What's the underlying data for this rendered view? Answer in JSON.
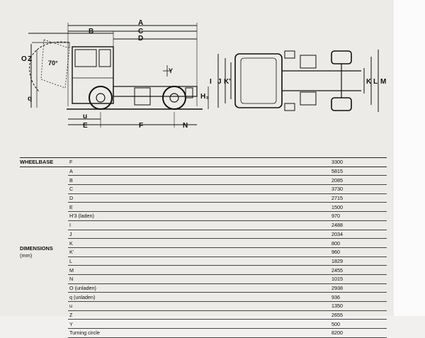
{
  "diagram": {
    "side_labels": {
      "A": "A",
      "B": "B",
      "C": "C",
      "D": "D",
      "O": "O",
      "Z": "Z",
      "angle": "70°",
      "Q": "q",
      "Y": "Y",
      "H3": "H₃",
      "U": "u",
      "E": "E",
      "F": "F",
      "N": "N"
    },
    "top_labels": {
      "I": "I",
      "J": "J",
      "K1": "K'",
      "K": "K",
      "L": "L",
      "M": "M"
    }
  },
  "specs": {
    "wheelbase": {
      "group": "WHEELBASE",
      "label": "F",
      "value": "3300"
    },
    "dimensions_group": "DIMENSIONS",
    "dimensions_unit": "(mm)",
    "rows": [
      {
        "label": "A",
        "value": "5815"
      },
      {
        "label": "B",
        "value": "2085"
      },
      {
        "label": "C",
        "value": "3730"
      },
      {
        "label": "D",
        "value": "2715"
      },
      {
        "label": "E",
        "value": "1500"
      },
      {
        "label": "H'3 (laden)",
        "value": "970"
      },
      {
        "label": "I",
        "value": "2488"
      },
      {
        "label": "J",
        "value": "2034"
      },
      {
        "label": "K",
        "value": "800"
      },
      {
        "label": "K'",
        "value": "960"
      },
      {
        "label": "L",
        "value": "1829"
      },
      {
        "label": "M",
        "value": "2455"
      },
      {
        "label": "N",
        "value": "1015"
      },
      {
        "label": "O (unladen)",
        "value": "2938"
      },
      {
        "label": "q (unladen)",
        "value": "936"
      },
      {
        "label": "u",
        "value": "1350"
      },
      {
        "label": "Z",
        "value": "2655"
      },
      {
        "label": "Y",
        "value": "500"
      },
      {
        "label": "Turning circle",
        "value": "8200"
      }
    ]
  }
}
